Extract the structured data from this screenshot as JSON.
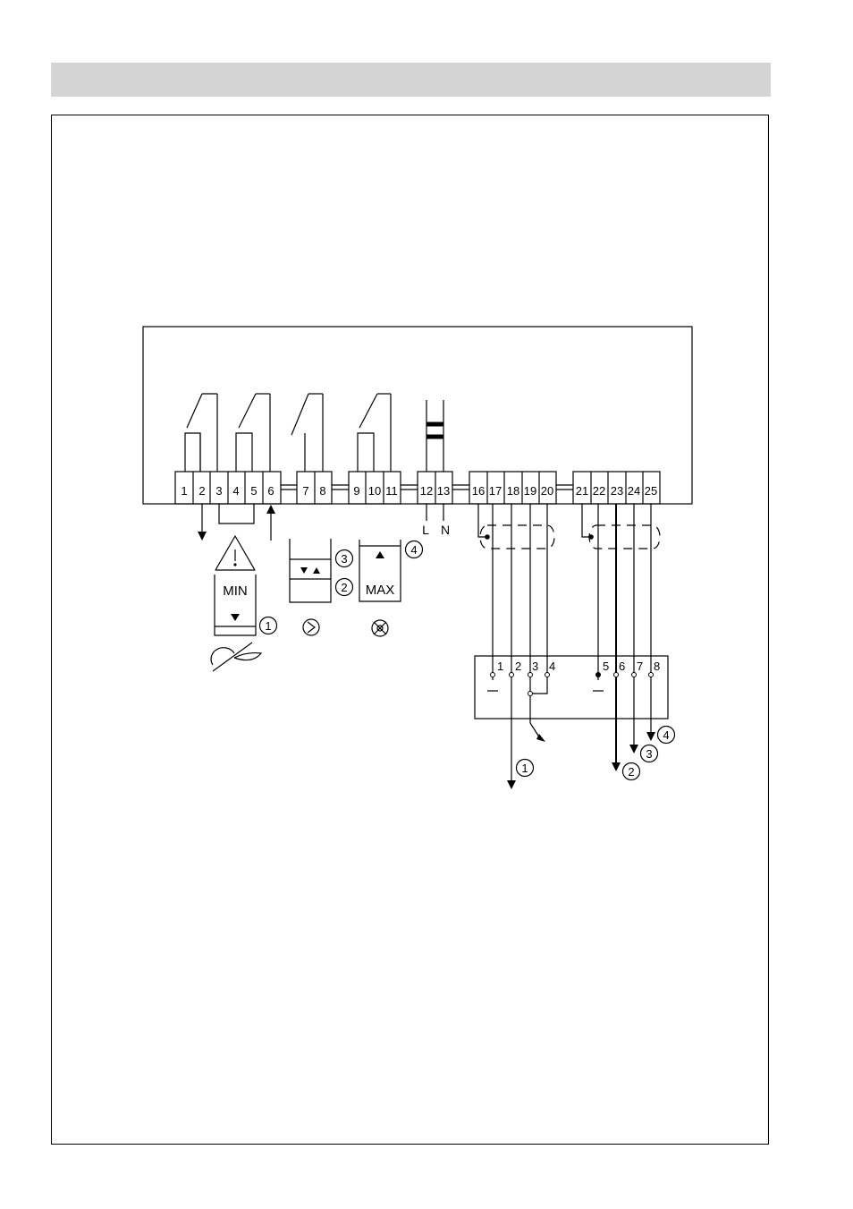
{
  "terminals": {
    "group_a": [
      "1",
      "2",
      "3",
      "4",
      "5",
      "6"
    ],
    "group_b": [
      "7",
      "8"
    ],
    "group_c": [
      "9",
      "10",
      "11"
    ],
    "group_d": [
      "12",
      "13"
    ],
    "group_e": [
      "16",
      "17",
      "18",
      "19",
      "20"
    ],
    "group_f": [
      "21",
      "22",
      "23",
      "24",
      "25"
    ]
  },
  "power_labels": {
    "line": "L",
    "neutral": "N"
  },
  "level_boxes": {
    "min_label": "MIN",
    "max_label": "MAX",
    "markers": {
      "min": "1",
      "pump_low": "2",
      "pump_high": "3",
      "max": "4"
    }
  },
  "electrode_block": {
    "left_pins": [
      "1",
      "2",
      "3",
      "4"
    ],
    "right_pins": [
      "5",
      "6",
      "7",
      "8"
    ]
  },
  "output_markers": {
    "left": "1",
    "r2": "2",
    "r3": "3",
    "r4": "4"
  },
  "colors": {
    "line": "#000000",
    "header": "#d4d4d4"
  }
}
